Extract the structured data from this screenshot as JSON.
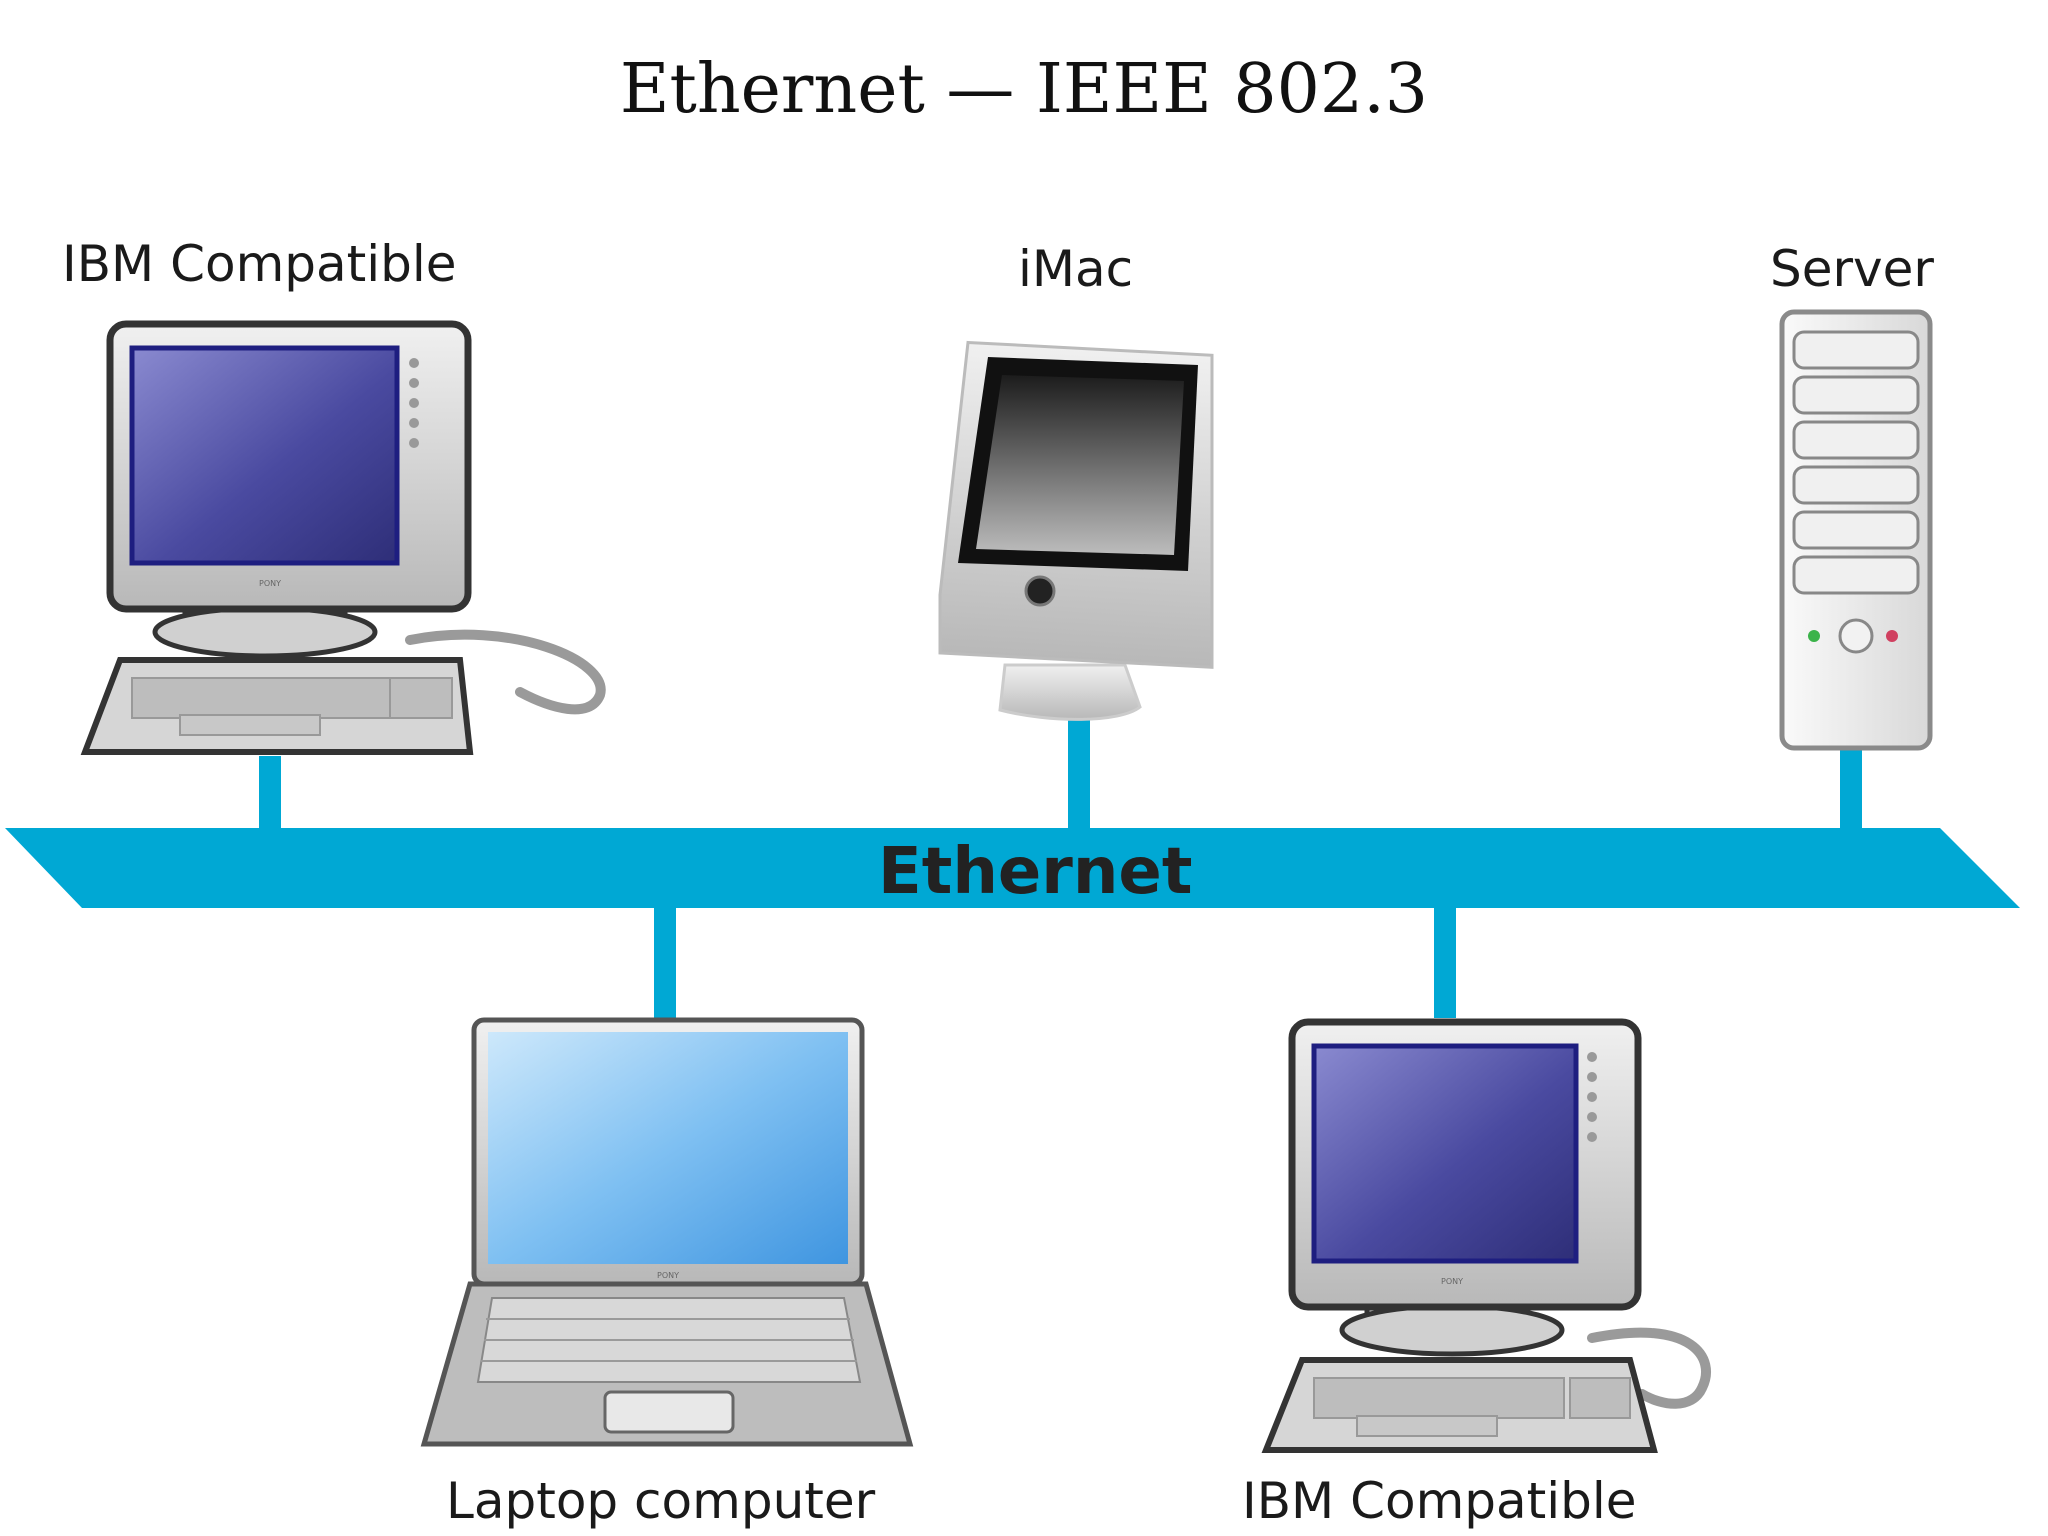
{
  "title": "Ethernet — IEEE 802.3",
  "bus": {
    "label": "Ethernet",
    "color": "#00a8d4"
  },
  "nodes": {
    "ibm_top": {
      "label": "IBM Compatible",
      "icon": "desktop-computer-icon"
    },
    "imac": {
      "label": "iMac",
      "icon": "imac-icon"
    },
    "server": {
      "label": "Server",
      "icon": "server-tower-icon"
    },
    "laptop": {
      "label": "Laptop computer",
      "icon": "laptop-icon"
    },
    "ibm_bottom": {
      "label": "IBM Compatible",
      "icon": "desktop-computer-icon"
    }
  }
}
